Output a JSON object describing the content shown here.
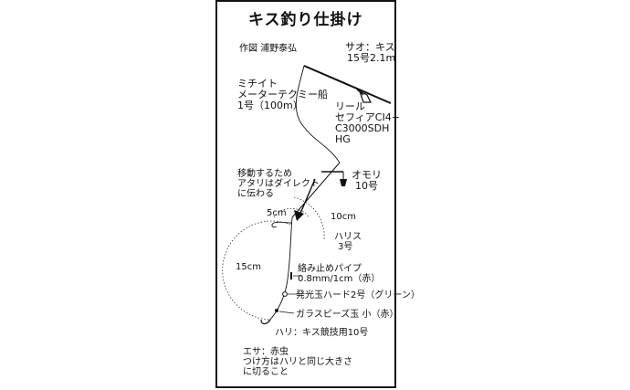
{
  "title": "キス釣り仕掛け",
  "credit": "作図 浦野泰弘",
  "rod": {
    "line1": "サオ：キス",
    "line2": "15号2.1m"
  },
  "mainline": {
    "line1": "ミチイト",
    "line2": "メーターテクミー船",
    "line3": "1号（100m）"
  },
  "reel": {
    "line1": "リール",
    "line2": "セフィアCI4+",
    "line3": "C3000SDH",
    "line4": "HG"
  },
  "note": {
    "line1": "移動するため",
    "line2": "アタリはダイレクト",
    "line3": "に伝わる"
  },
  "sinker": {
    "line1": "オモリ",
    "line2": "10号"
  },
  "dims": {
    "short": "5cm",
    "mid": "10cm",
    "long": "15cm"
  },
  "harisu": {
    "line1": "ハリス",
    "line2": "3号"
  },
  "pipe": {
    "line1": "絡み止めパイプ",
    "line2": "0.8mm/1cm（赤）"
  },
  "bead_glow": "発光玉ハード2号（グリーン）",
  "bead_glass": "ガラスビーズ玉 小（赤）",
  "hook": "ハリ：キス競技用10号",
  "bait": {
    "line1": "エサ：赤虫",
    "line2": "つけ方はハリと同じ大きさ",
    "line3": "に切ること"
  }
}
